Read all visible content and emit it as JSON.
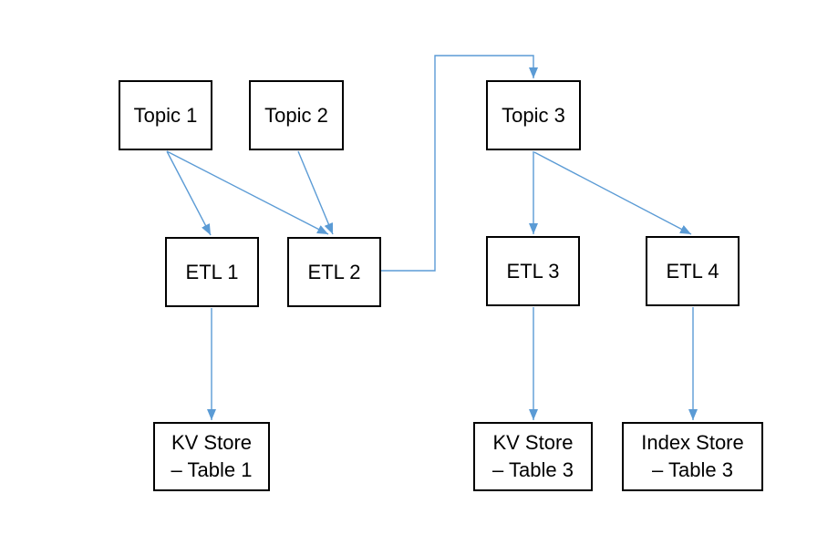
{
  "diagram": {
    "background_color": "#ffffff",
    "arrow_color": "#5b9bd5",
    "box_border_color": "#000000",
    "box_fill_color": "#ffffff",
    "text_color": "#000000",
    "nodes": [
      {
        "id": "topic-1",
        "label": "Topic 1"
      },
      {
        "id": "topic-2",
        "label": "Topic 2"
      },
      {
        "id": "topic-3",
        "label": "Topic 3"
      },
      {
        "id": "etl-1",
        "label": "ETL 1"
      },
      {
        "id": "etl-2",
        "label": "ETL 2"
      },
      {
        "id": "etl-3",
        "label": "ETL 3"
      },
      {
        "id": "etl-4",
        "label": "ETL 4"
      },
      {
        "id": "kv-store-table-1",
        "label": "KV Store\n– Table 1"
      },
      {
        "id": "kv-store-table-3",
        "label": "KV Store\n– Table 3"
      },
      {
        "id": "index-store-table-3",
        "label": "Index Store\n– Table 3"
      }
    ],
    "edges": [
      {
        "from": "topic-1",
        "to": "etl-1",
        "style": "straight-arrow"
      },
      {
        "from": "topic-1",
        "to": "etl-2",
        "style": "straight-arrow"
      },
      {
        "from": "topic-2",
        "to": "etl-2",
        "style": "straight-arrow"
      },
      {
        "from": "etl-2",
        "to": "topic-3",
        "style": "elbow-arrow"
      },
      {
        "from": "topic-3",
        "to": "etl-3",
        "style": "straight-arrow"
      },
      {
        "from": "topic-3",
        "to": "etl-4",
        "style": "straight-arrow"
      },
      {
        "from": "etl-1",
        "to": "kv-store-table-1",
        "style": "straight-arrow"
      },
      {
        "from": "etl-3",
        "to": "kv-store-table-3",
        "style": "straight-arrow"
      },
      {
        "from": "etl-4",
        "to": "index-store-table-3",
        "style": "straight-arrow"
      }
    ]
  }
}
